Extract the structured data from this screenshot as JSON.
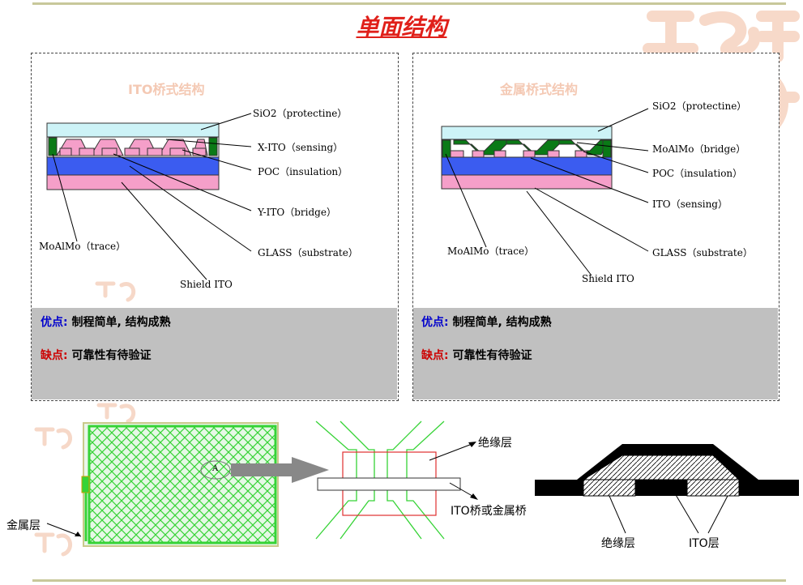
{
  "title": "单面结构",
  "panels": [
    {
      "subtitle": "ITO桥式结构",
      "labels": {
        "sio2": "SiO2（protectine）",
        "xito": "X-ITO（sensing）",
        "poc": "POC（insulation）",
        "yito": "Y-ITO（bridge）",
        "glass": "GLASS（substrate）",
        "trace": "MoAlMo（trace）",
        "shield": "Shield ITO"
      },
      "pros_key": "优点:",
      "pros_text": "制程简单, 结构成熟",
      "cons_key": "缺点:",
      "cons_text": "可靠性有待验证"
    },
    {
      "subtitle": "金属桥式结构",
      "labels": {
        "sio2": "SiO2（protectine）",
        "bridge": "MoAlMo（bridge）",
        "poc": "POC（insulation）",
        "ito": "ITO（sensing）",
        "glass": "GLASS（substrate）",
        "trace": "MoAlMo（trace）",
        "shield": "Shield ITO"
      },
      "pros_key": "优点:",
      "pros_text": "制程简单, 结构成熟",
      "cons_key": "缺点:",
      "cons_text": "可靠性有待验证"
    }
  ],
  "bottom": {
    "metal_layer": "金属层",
    "marker": "A",
    "insulation_layer": "绝缘层",
    "bridge_label": "ITO桥或金属桥",
    "cross_insulation": "绝缘层",
    "cross_ito": "ITO层"
  },
  "colors": {
    "title": "#e0201a",
    "sio2": "#cdf3f7",
    "glass": "#f59fc9",
    "ito": "#3b5cf0",
    "trace": "#0a7a16",
    "pros": "#0000cc",
    "cons": "#cc0000",
    "mesh": "#36d336"
  }
}
